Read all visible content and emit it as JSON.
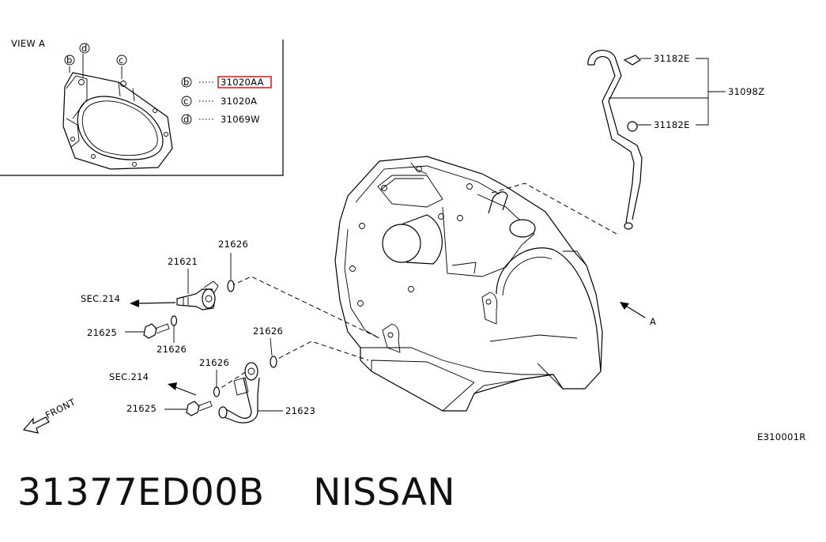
{
  "view_a": {
    "title": "VIEW A",
    "markers": [
      "b",
      "d",
      "c"
    ],
    "legend": [
      {
        "marker": "b",
        "part": "31020AA",
        "highlighted": true
      },
      {
        "marker": "c",
        "part": "31020A",
        "highlighted": false
      },
      {
        "marker": "d",
        "part": "31069W",
        "highlighted": false
      }
    ]
  },
  "hose_labels": {
    "clamp_upper": "31182E",
    "clamp_lower": "31182E",
    "hose": "31098Z"
  },
  "view_arrow_label": "A",
  "sensor_labels": {
    "washer_top": "21626",
    "sensor": "21621",
    "sec_upper": "SEC.214",
    "bolt_upper": "21625",
    "washer_mid": "21626",
    "washer_right": "21626",
    "washer_lower": "21626",
    "sec_lower": "SEC.214",
    "bolt_lower": "21625",
    "pipe": "21623"
  },
  "front_label": "FRONT",
  "diagram_code": "E310001R",
  "part_title": "31377ED00B    NISSAN",
  "colors": {
    "highlight_box": "#e0202a",
    "ink": "#000000"
  }
}
